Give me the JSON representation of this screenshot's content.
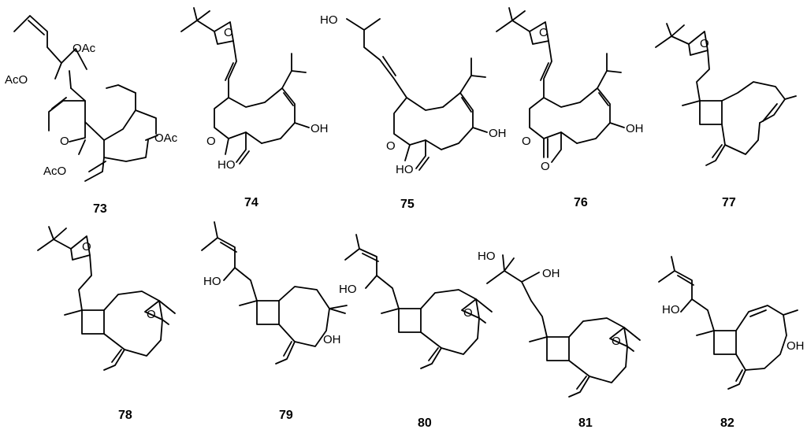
{
  "compounds": [
    {
      "number": "73",
      "labels": {
        "oac_top": "OAc",
        "aco_left": "AcO",
        "ring_o": "O",
        "oac_right": "OAc",
        "aco_bottom": "AcO"
      }
    },
    {
      "number": "74",
      "labels": {
        "epox_o": "O",
        "ring_o": "O",
        "oh_right": "OH",
        "ho_bottom": "HO"
      }
    },
    {
      "number": "75",
      "labels": {
        "ho_top": "HO",
        "ring_o": "O",
        "oh_right": "OH",
        "ho_bottom": "HO"
      }
    },
    {
      "number": "76",
      "labels": {
        "epox_o": "O",
        "ring_o": "O",
        "carbonyl_o": "O",
        "oh_right": "OH"
      }
    },
    {
      "number": "77",
      "labels": {
        "epox_o": "O"
      }
    },
    {
      "number": "78",
      "labels": {
        "epox_o": "O",
        "bridge_o": "O"
      }
    },
    {
      "number": "79",
      "labels": {
        "ho_left": "HO",
        "oh_right": "OH"
      }
    },
    {
      "number": "80",
      "labels": {
        "ho_left": "HO",
        "bridge_o": "O"
      }
    },
    {
      "number": "81",
      "labels": {
        "ho_top": "HO",
        "oh_top": "OH",
        "bridge_o": "O"
      }
    },
    {
      "number": "82",
      "labels": {
        "ho_left": "HO",
        "oh_right": "OH"
      }
    }
  ]
}
